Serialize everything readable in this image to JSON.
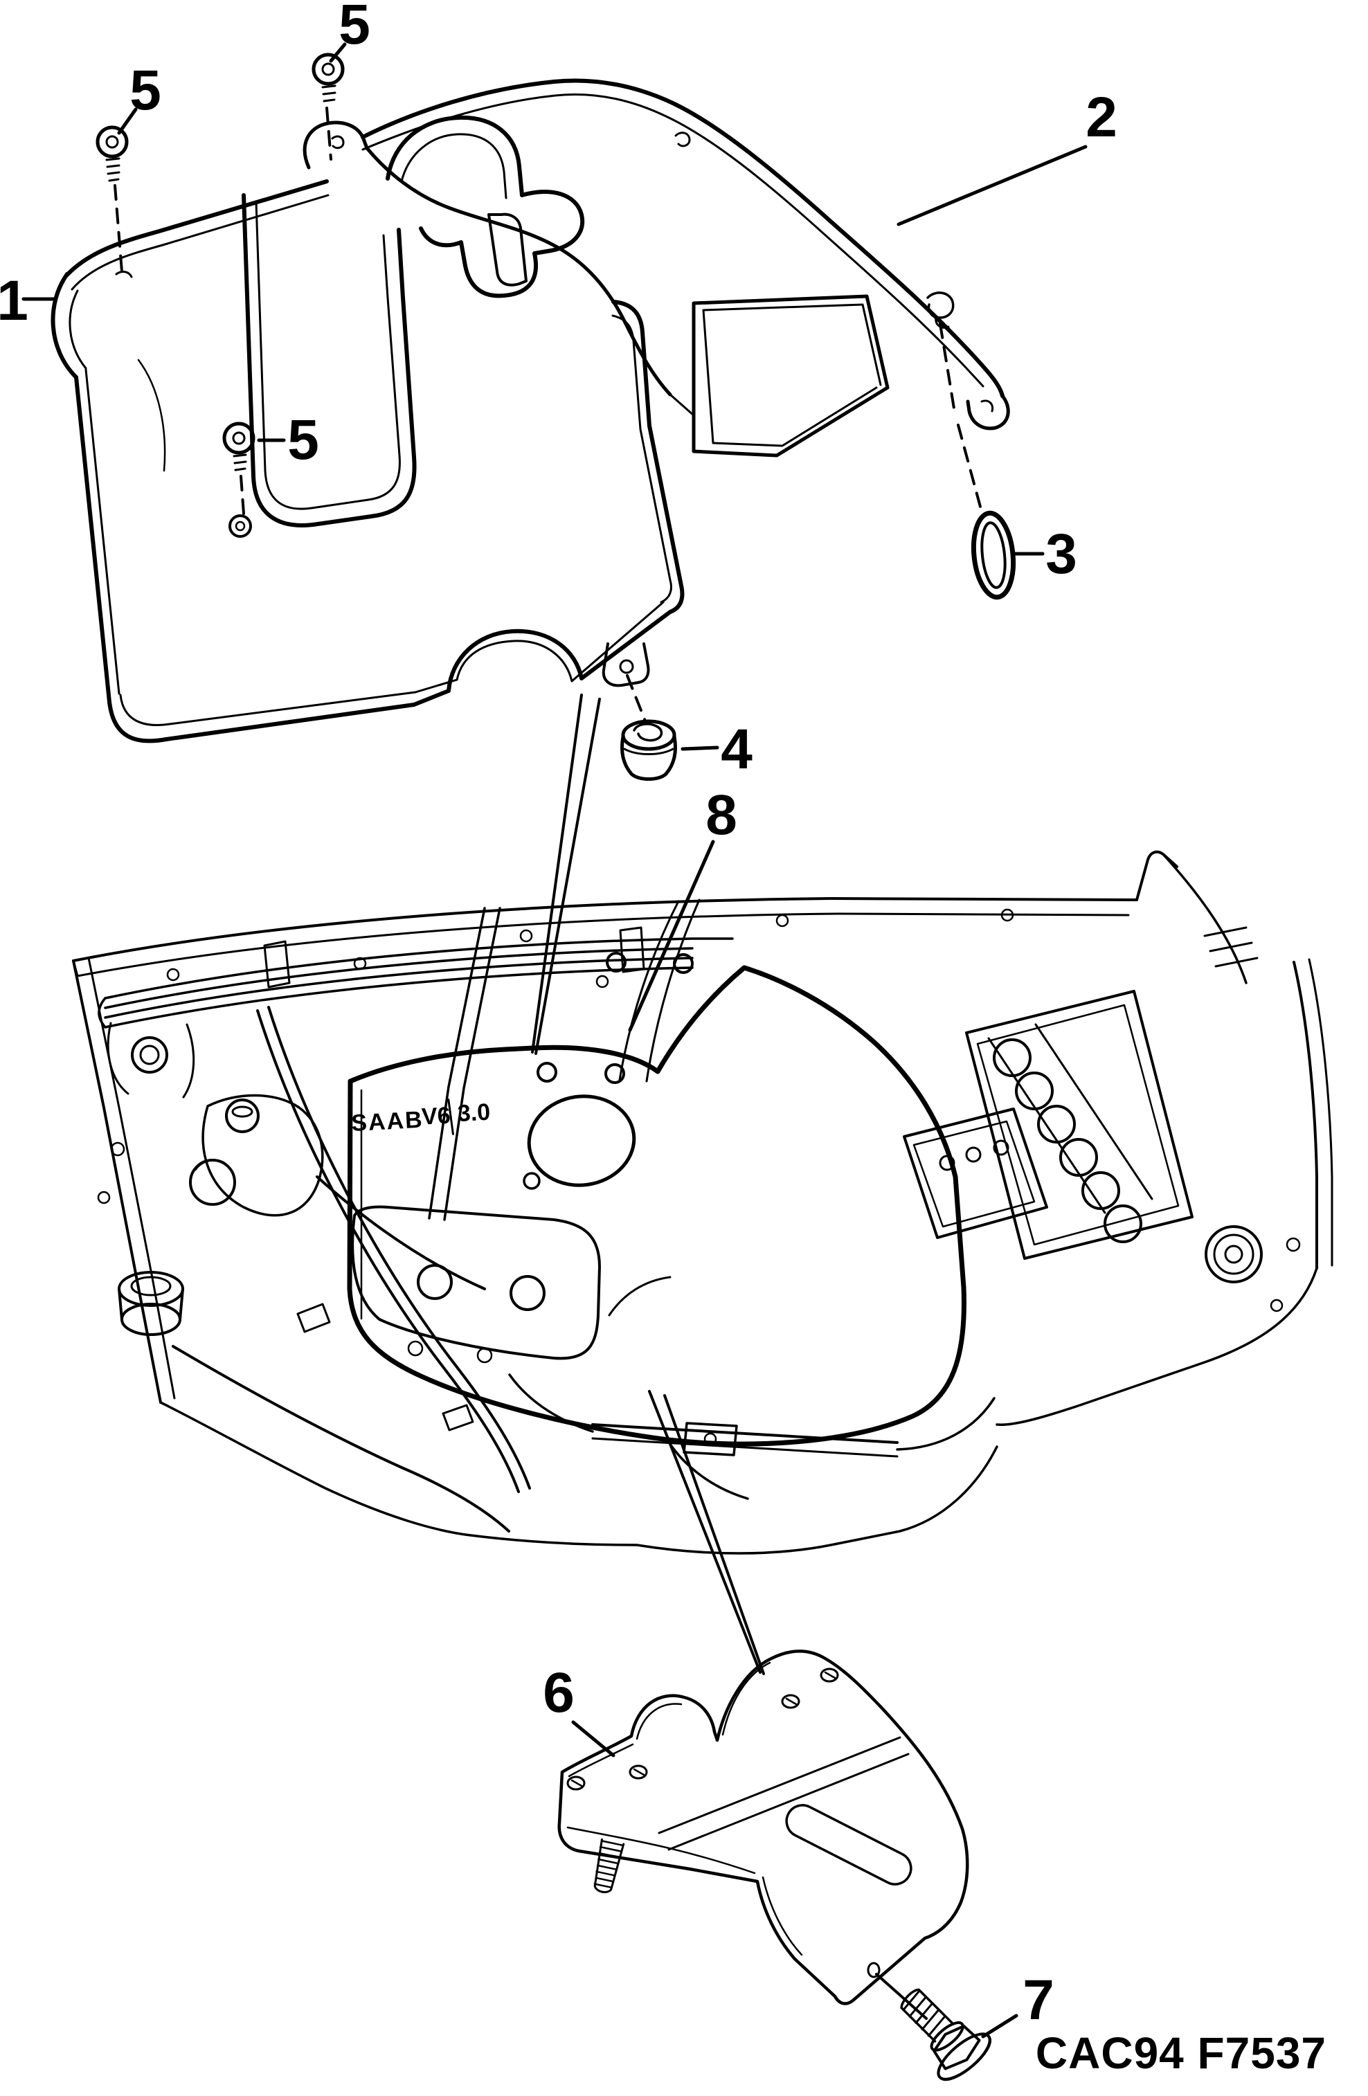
{
  "figure_type": "exploded-parts-diagram",
  "colors": {
    "ink": "#000000",
    "paper": "#ffffff"
  },
  "callouts": {
    "c1": {
      "label": "1"
    },
    "c2": {
      "label": "2"
    },
    "c3": {
      "label": "3"
    },
    "c4": {
      "label": "4"
    },
    "c5_top_left": {
      "label": "5"
    },
    "c5_top_center": {
      "label": "5"
    },
    "c5_mid": {
      "label": "5"
    },
    "c6": {
      "label": "6"
    },
    "c7": {
      "label": "7"
    },
    "c8": {
      "label": "8"
    }
  },
  "engine_badge": {
    "brand": "SAAB",
    "engine": "V6",
    "displacement": "3.0"
  },
  "footer": {
    "drawing_code": "CAC94 F7537"
  }
}
